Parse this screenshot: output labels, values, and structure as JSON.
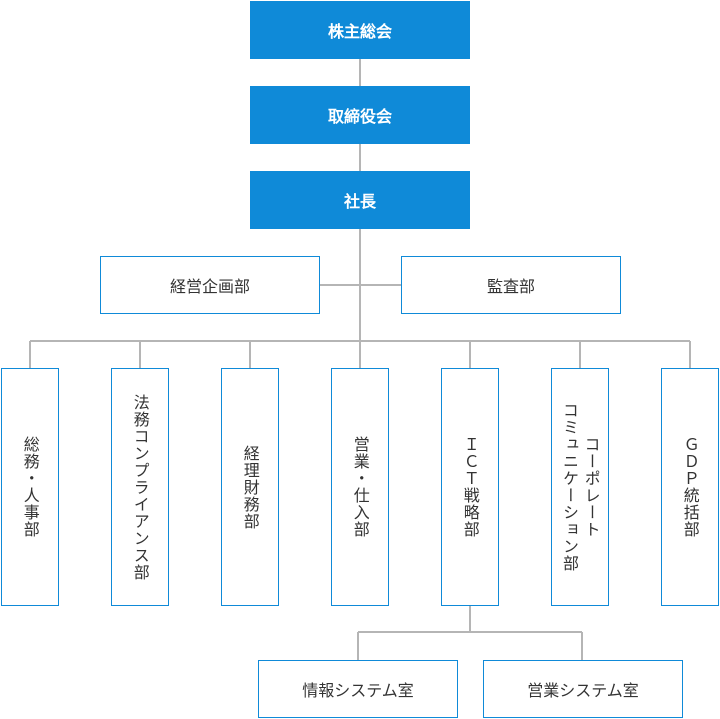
{
  "top": [
    {
      "id": "shareholders",
      "label": "株主総会"
    },
    {
      "id": "board",
      "label": "取締役会"
    },
    {
      "id": "president",
      "label": "社長"
    }
  ],
  "staff": {
    "planning": "経営企画部",
    "audit": "監査部"
  },
  "departments": [
    {
      "id": "general-hr",
      "lines": [
        "総務・人事部"
      ]
    },
    {
      "id": "legal-compliance",
      "lines": [
        "法務コンプライアンス部"
      ]
    },
    {
      "id": "accounting-finance",
      "lines": [
        "経理財務部"
      ]
    },
    {
      "id": "sales-purchasing",
      "lines": [
        "営業・仕入部"
      ]
    },
    {
      "id": "ict-strategy",
      "lines": [
        "ＩＣＴ戦略部"
      ]
    },
    {
      "id": "corporate-communication",
      "lines": [
        "コーポレート",
        "コミュニケーション部"
      ]
    },
    {
      "id": "gdp-integration",
      "lines": [
        "ＧＤＰ統括部"
      ]
    }
  ],
  "sub": {
    "info_systems": "情報システム室",
    "sales_systems": "営業システム室"
  },
  "colors": {
    "accent": "#0f8ad8",
    "line": "#b5b5b5",
    "text": "#333333"
  }
}
